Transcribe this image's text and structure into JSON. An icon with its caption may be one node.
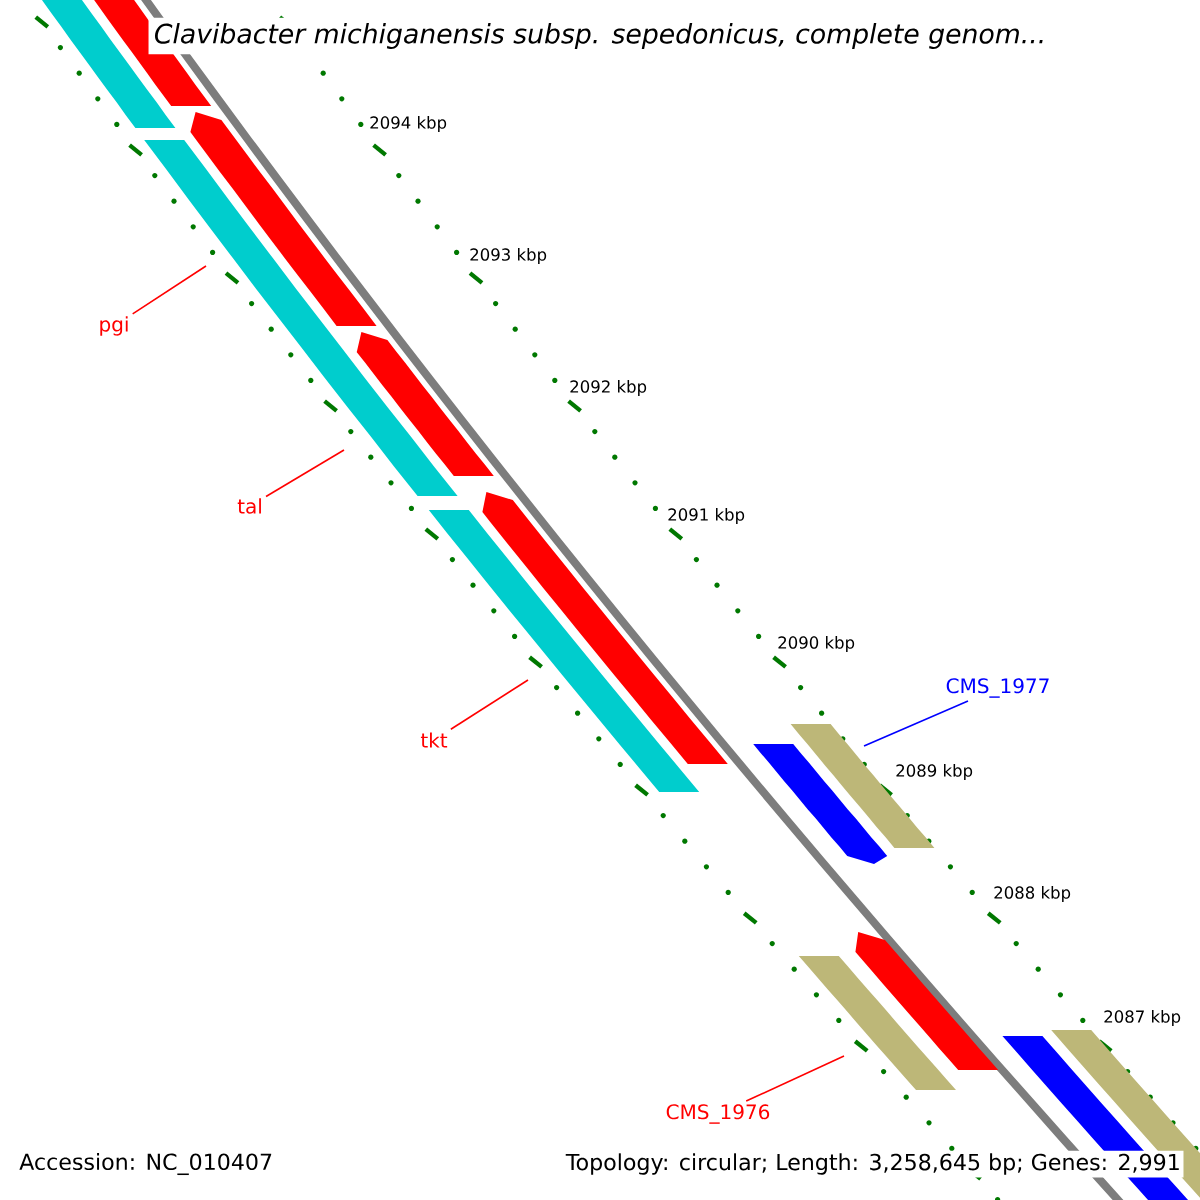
{
  "diagram": {
    "title": "Clavibacter michiganensis subsp. sepedonicus, complete genom...",
    "nodes": [
      {
        "text": [
          "pgi"
        ]
      },
      {
        "text": [
          "tal"
        ]
      },
      {
        "text": [
          "tkt"
        ]
      },
      {
        "text": [
          "CMS_1977"
        ]
      },
      {
        "text": [
          "CMS_1976"
        ]
      }
    ],
    "edges": [
      {
        "from": 0,
        "to": null,
        "arrow": "none"
      },
      {
        "from": 1,
        "to": null,
        "arrow": "none"
      },
      {
        "from": 2,
        "to": null,
        "arrow": "none"
      },
      {
        "from": 3,
        "to": null,
        "arrow": "none",
        "color": "#0000ff"
      },
      {
        "from": 4,
        "to": null,
        "arrow": "none"
      }
    ],
    "labels": [
      "2094 kbp",
      "2093 kbp",
      "2092 kbp",
      "2091 kbp",
      "2090 kbp",
      "2089 kbp",
      "2088 kbp",
      "2087 kbp",
      "Accession: NC_010407",
      "Topology: circular; Length: 3,258,645 bp; Genes: 2,991"
    ]
  }
}
